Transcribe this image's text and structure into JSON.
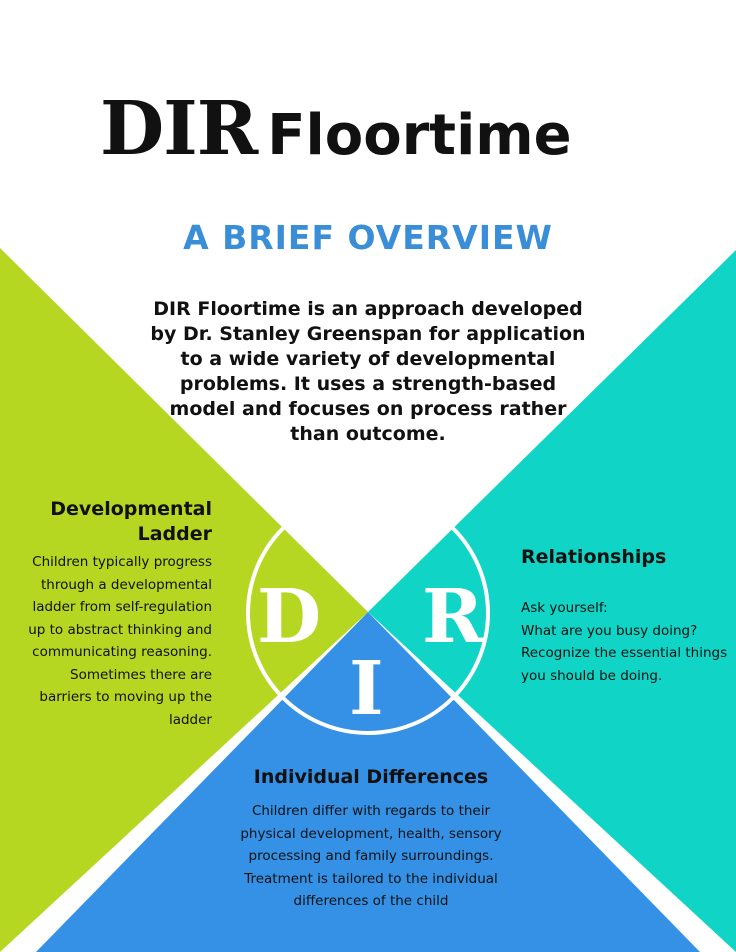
{
  "title": {
    "part1": "DIR",
    "part2": "Floortime"
  },
  "subtitle": "A BRIEF OVERVIEW",
  "intro": "DIR Floortime is an approach developed by Dr. Stanley Greenspan for application to a wide variety of developmental problems. It uses a strength-based model and focuses on process rather than outcome.",
  "letters": {
    "d": "D",
    "i": "I",
    "r": "R"
  },
  "sections": {
    "developmental": {
      "title": "Developmental Ladder",
      "body": "Children typically progress through a developmental ladder from self-regulation up to abstract thinking and communicating reasoning. Sometimes there are barriers to moving up the ladder"
    },
    "relationships": {
      "title": "Relationships",
      "body_lines": [
        "Ask yourself:",
        "What are you busy doing?",
        "Recognize the essential things you should be doing."
      ]
    },
    "individual": {
      "title": "Individual Differences",
      "body": "Children differ with regards to their physical development, health, sensory processing and family surroundings. Treatment is tailored to the individual differences of the child"
    }
  },
  "colors": {
    "green": "#b5d721",
    "teal": "#10d5c6",
    "blue": "#3491e6",
    "subtitle": "#3a8ed8"
  }
}
